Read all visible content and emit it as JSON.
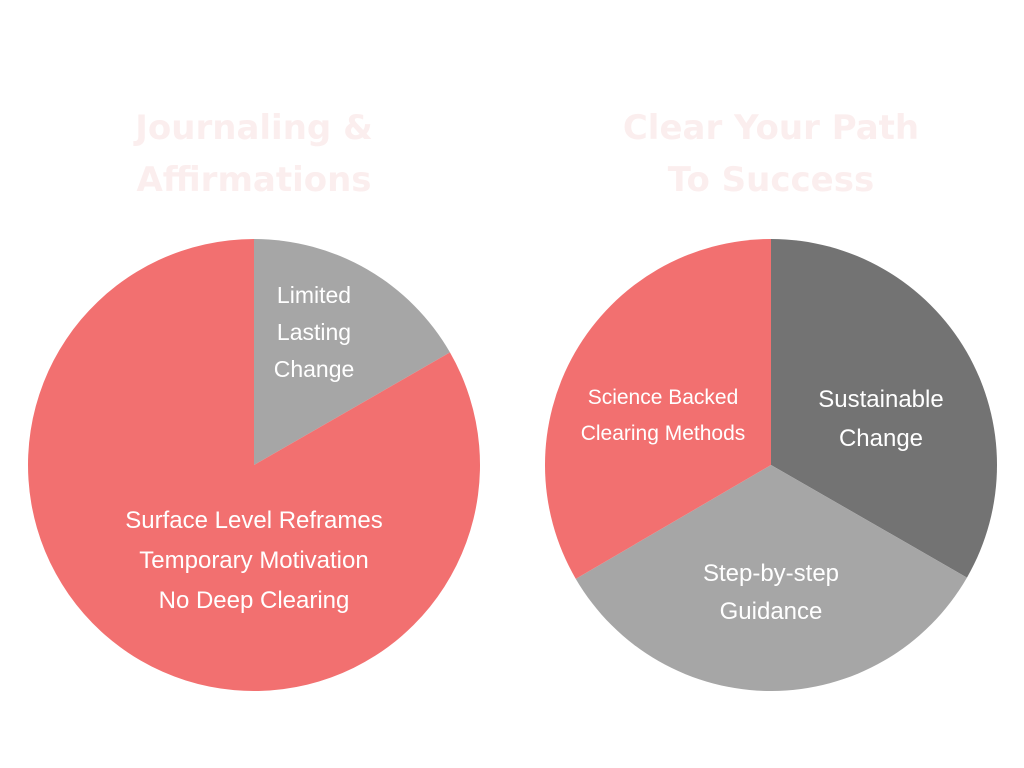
{
  "chart_data": [
    {
      "type": "pie",
      "title": "Journaling &\nAffirmations",
      "slices": [
        {
          "label": "Limited\nLasting\nChange",
          "value": 16.7,
          "color": "#a6a6a6"
        },
        {
          "label": "Surface Level Reframes\nTemporary Motivation\nNo Deep Clearing",
          "value": 83.3,
          "color": "#f27070"
        }
      ]
    },
    {
      "type": "pie",
      "title": "Clear Your Path\nTo Success",
      "slices": [
        {
          "label": "Sustainable\nChange",
          "value": 33.3,
          "color": "#737373"
        },
        {
          "label": "Step-by-step\nGuidance",
          "value": 33.3,
          "color": "#a6a6a6"
        },
        {
          "label": "Science Backed\nClearing Methods",
          "value": 33.4,
          "color": "#f27070"
        }
      ]
    }
  ]
}
